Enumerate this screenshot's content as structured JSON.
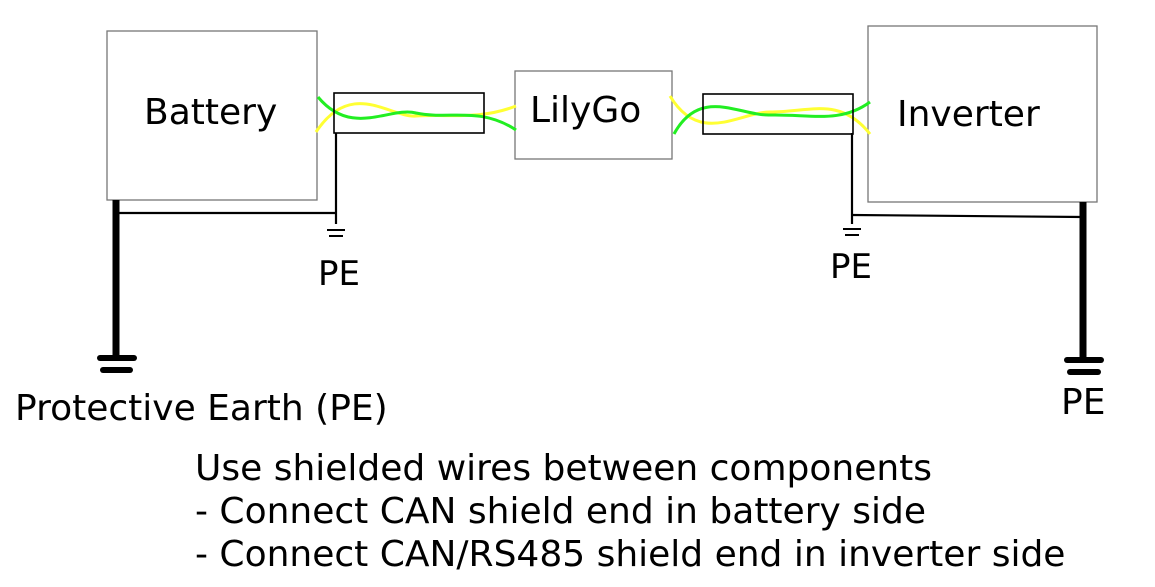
{
  "components": {
    "battery": "Battery",
    "lilygo": "LilyGo",
    "inverter": "Inverter"
  },
  "ground_labels": {
    "battery_shield": "PE",
    "inverter_shield": "PE",
    "battery_earth": "Protective Earth (PE)",
    "inverter_earth": "PE"
  },
  "notes": [
    "Use shielded wires between components",
    "- Connect CAN shield end in battery side",
    "- Connect CAN/RS485 shield end in inverter side"
  ],
  "colors": {
    "wire_yellow": "#ffff33",
    "wire_green": "#22ee22"
  }
}
